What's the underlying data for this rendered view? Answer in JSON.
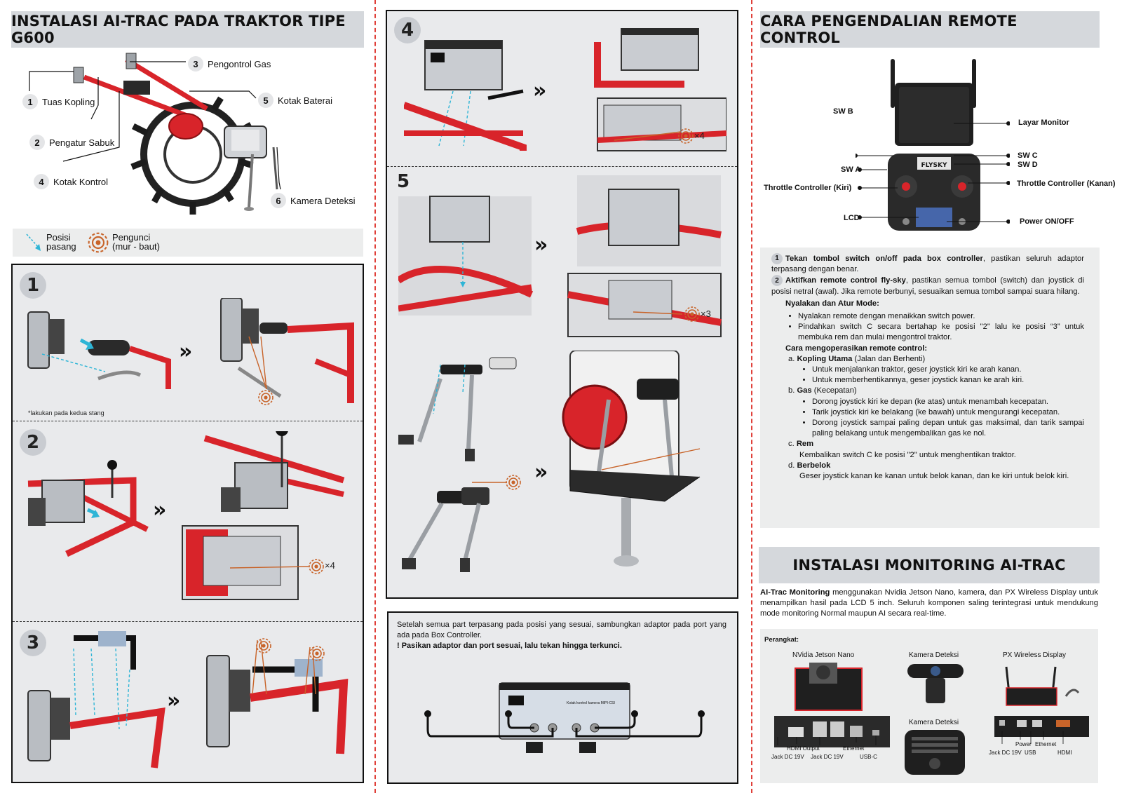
{
  "col1": {
    "title": "INSTALASI AI-TRAC PADA TRAKTOR TIPE G600",
    "parts": [
      {
        "num": "1",
        "label": "Tuas Kopling"
      },
      {
        "num": "2",
        "label": "Pengatur Sabuk"
      },
      {
        "num": "3",
        "label": "Pengontrol Gas"
      },
      {
        "num": "4",
        "label": "Kotak Kontrol"
      },
      {
        "num": "5",
        "label": "Kotak Baterai"
      },
      {
        "num": "6",
        "label": "Kamera Deteksi"
      }
    ],
    "legend": {
      "posisi_line1": "Posisi",
      "posisi_line2": "pasang",
      "pengunci_line1": "Pengunci",
      "pengunci_line2": "(mur - baut)"
    },
    "steps": [
      {
        "num": "1",
        "note": "*lakukan pada kedua stang"
      },
      {
        "num": "2",
        "count": "×4"
      },
      {
        "num": "3"
      }
    ]
  },
  "col2": {
    "steps": [
      {
        "num": "4",
        "count": "×4"
      },
      {
        "num": "5",
        "count": "×3"
      }
    ],
    "adapter_text": "Setelah semua part terpasang pada posisi yang sesuai, sambungkan adaptor pada port yang ada pada Box Controller.",
    "adapter_warning": "! Pasikan adaptor dan port sesuai, lalu tekan hingga terkunci.",
    "box_label": "Kotak kontrol kamera MIPI-CSI"
  },
  "col3": {
    "title": "CARA PENGENDALIAN REMOTE CONTROL",
    "remote_labels": {
      "sw_b": "SW B",
      "sw_a": "SW A",
      "throttle_left": "Throttle Controller (Kiri)",
      "lcd": "LCD",
      "monitor": "Layar Monitor",
      "sw_c": "SW C",
      "sw_d": "SW D",
      "throttle_right": "Throttle Controller (Kanan)",
      "power": "Power ON/OFF",
      "brand": "FLYSKY"
    },
    "instructions": {
      "i1_num": "1",
      "i1_bold": "Tekan tombol switch on/off pada box controller",
      "i1_rest": ", pastikan seluruh adaptor terpasang dengan benar.",
      "i2_num": "2",
      "i2_bold": "Aktifkan remote control fly-sky",
      "i2_rest": ", pastikan semua tombol (switch) dan joystick di posisi netral (awal). Jika remote berbunyi, sesuaikan semua tombol sampai suara hilang.",
      "mode_title": "Nyalakan dan Atur Mode:",
      "mode_items": [
        "Nyalakan remote dengan menaikkan switch power.",
        "Pindahkan switch C secara bertahap ke posisi \"2\" lalu ke posisi “3” untuk membuka rem dan mulai mengontrol traktor."
      ],
      "op_title": "Cara mengoperasikan remote control:",
      "a_head": "a.",
      "a_bold": "Kopling Utama",
      "a_rest": " (Jalan dan Berhenti)",
      "a_items": [
        "Untuk menjalankan traktor, geser joystick kiri ke arah kanan.",
        "Untuk memberhentikannya, geser joystick kanan ke arah kiri."
      ],
      "b_head": "b.",
      "b_bold": "Gas",
      "b_rest": " (Kecepatan)",
      "b_items": [
        "Dorong joystick kiri ke depan (ke atas) untuk menambah kecepatan.",
        "Tarik joystick kiri ke belakang (ke bawah) untuk mengurangi kecepatan.",
        "Dorong joystick sampai paling depan untuk gas maksimal, dan tarik sampai paling belakang untuk mengembalikan gas ke nol."
      ],
      "c_head": "c.",
      "c_bold": "Rem",
      "c_text": "Kembalikan switch C ke posisi \"2\" untuk menghentikan traktor.",
      "d_head": "d.",
      "d_bold": "Berbelok",
      "d_text": "Geser joystick kanan ke kanan untuk belok kanan, dan ke kiri untuk belok kiri."
    },
    "monitoring": {
      "title": "INSTALASI MONITORING AI-TRAC",
      "intro_bold": "AI-Trac Monitoring",
      "intro_rest": " menggunakan Nvidia Jetson Nano, kamera, dan PX Wireless Display untuk menampilkan hasil pada LCD 5 inch. Seluruh komponen saling terintegrasi untuk mendukung mode monitoring Normal maupun AI secara real-time.",
      "perangkat": "Perangkat:",
      "jetson": {
        "name": "NVidia Jetson Nano",
        "ports": [
          "HDMI Output",
          "Jack DC 19V",
          "Jack DC 19V",
          "Ethernet",
          "USB-C"
        ]
      },
      "camera1": "Kamera Deteksi",
      "camera2": "Kamera Deteksi",
      "px": {
        "name": "PX Wireless Display",
        "ports": [
          "Power",
          "Ethernet",
          "Jack DC 19V",
          "USB",
          "HDMI"
        ]
      }
    }
  },
  "colors": {
    "red": "#d8242a",
    "header_gray": "#d5d8dc",
    "panel_gray": "#e9eaec",
    "pengunci": "#c8642a",
    "cyan": "#2eb5d6"
  }
}
